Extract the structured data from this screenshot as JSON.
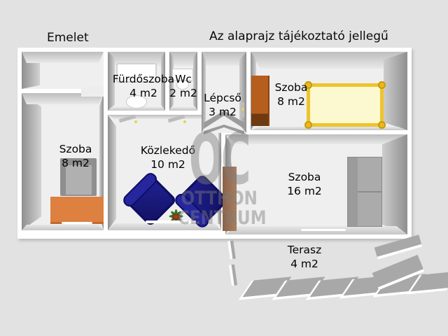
{
  "titles": {
    "floor": "Emelet",
    "disclaimer": "Az alaprajz tájékoztató jellegű"
  },
  "rooms": [
    {
      "id": "bathroom",
      "name": "Fürdőszoba",
      "area": "4 m2"
    },
    {
      "id": "wc",
      "name": "Wc",
      "area": "2 m2"
    },
    {
      "id": "stairs",
      "name": "Lépcső",
      "area": "3 m2"
    },
    {
      "id": "bedroom-top-right",
      "name": "Szoba",
      "area": "8 m2"
    },
    {
      "id": "bedroom-left",
      "name": "Szoba",
      "area": "8 m2"
    },
    {
      "id": "hallway",
      "name": "Közlekedő",
      "area": "10 m2"
    },
    {
      "id": "bedroom-large",
      "name": "Szoba",
      "area": "16 m2"
    },
    {
      "id": "terrace",
      "name": "Terasz",
      "area": "4 m2"
    }
  ],
  "watermark": {
    "initials": "OC",
    "line1": "OTTHON",
    "line2": "CENTRUM"
  },
  "objects": [
    "corner-sofa",
    "orange-rug",
    "navy-armchair",
    "navy-armchair",
    "potted-plant",
    "double-bed",
    "brown-wardrobe",
    "gray-wardrobe",
    "interior-door",
    "stairs-chevron",
    "bathtub",
    "toilet-cistern",
    "sink",
    "terrace-railing"
  ],
  "colors": {
    "background": "#e2e2e2",
    "floor": "#efefef",
    "wall_top": "#ffffff",
    "wall_face": "#9a9a9a",
    "armchair_navy": "#1b1b8f",
    "bed_frame_gold": "#edc42c",
    "bed_fill": "#fcf9d0",
    "wardrobe_brown": "#b55e1e",
    "rug_orange": "#dd8040",
    "sofa_gray": "#a9a9a9",
    "door_brown": "#9b7157",
    "plant_green": "#35761f",
    "watermark_gray": "#9a9a9a",
    "railing_gray": "#a8a8a8"
  }
}
